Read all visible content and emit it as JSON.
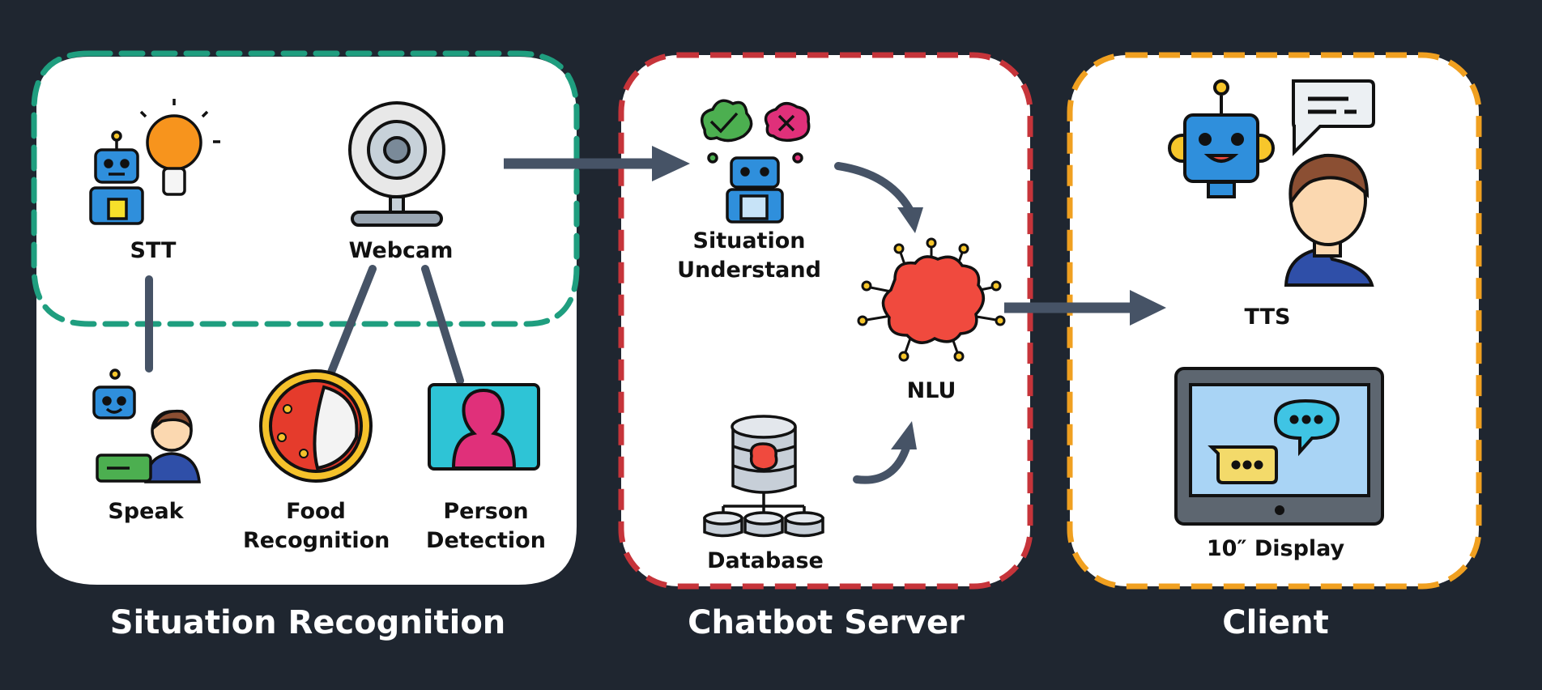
{
  "sections": {
    "situation_recognition": "Situation Recognition",
    "chatbot_server": "Chatbot Server",
    "client": "Client"
  },
  "nodes": {
    "stt": "STT",
    "webcam": "Webcam",
    "speak": "Speak",
    "food_recognition_line1": "Food",
    "food_recognition_line2": "Recognition",
    "person_detection_line1": "Person",
    "person_detection_line2": "Detection",
    "situation_understand_line1": "Situation",
    "situation_understand_line2": "Understand",
    "nlu": "NLU",
    "database": "Database",
    "tts": "TTS",
    "display": "10″ Display"
  },
  "colors": {
    "background": "#1f2630",
    "panel": "#ffffff",
    "situation_border": "#1f9e7f",
    "server_border": "#c6343a",
    "client_border": "#f0a020",
    "connector": "#465366"
  }
}
